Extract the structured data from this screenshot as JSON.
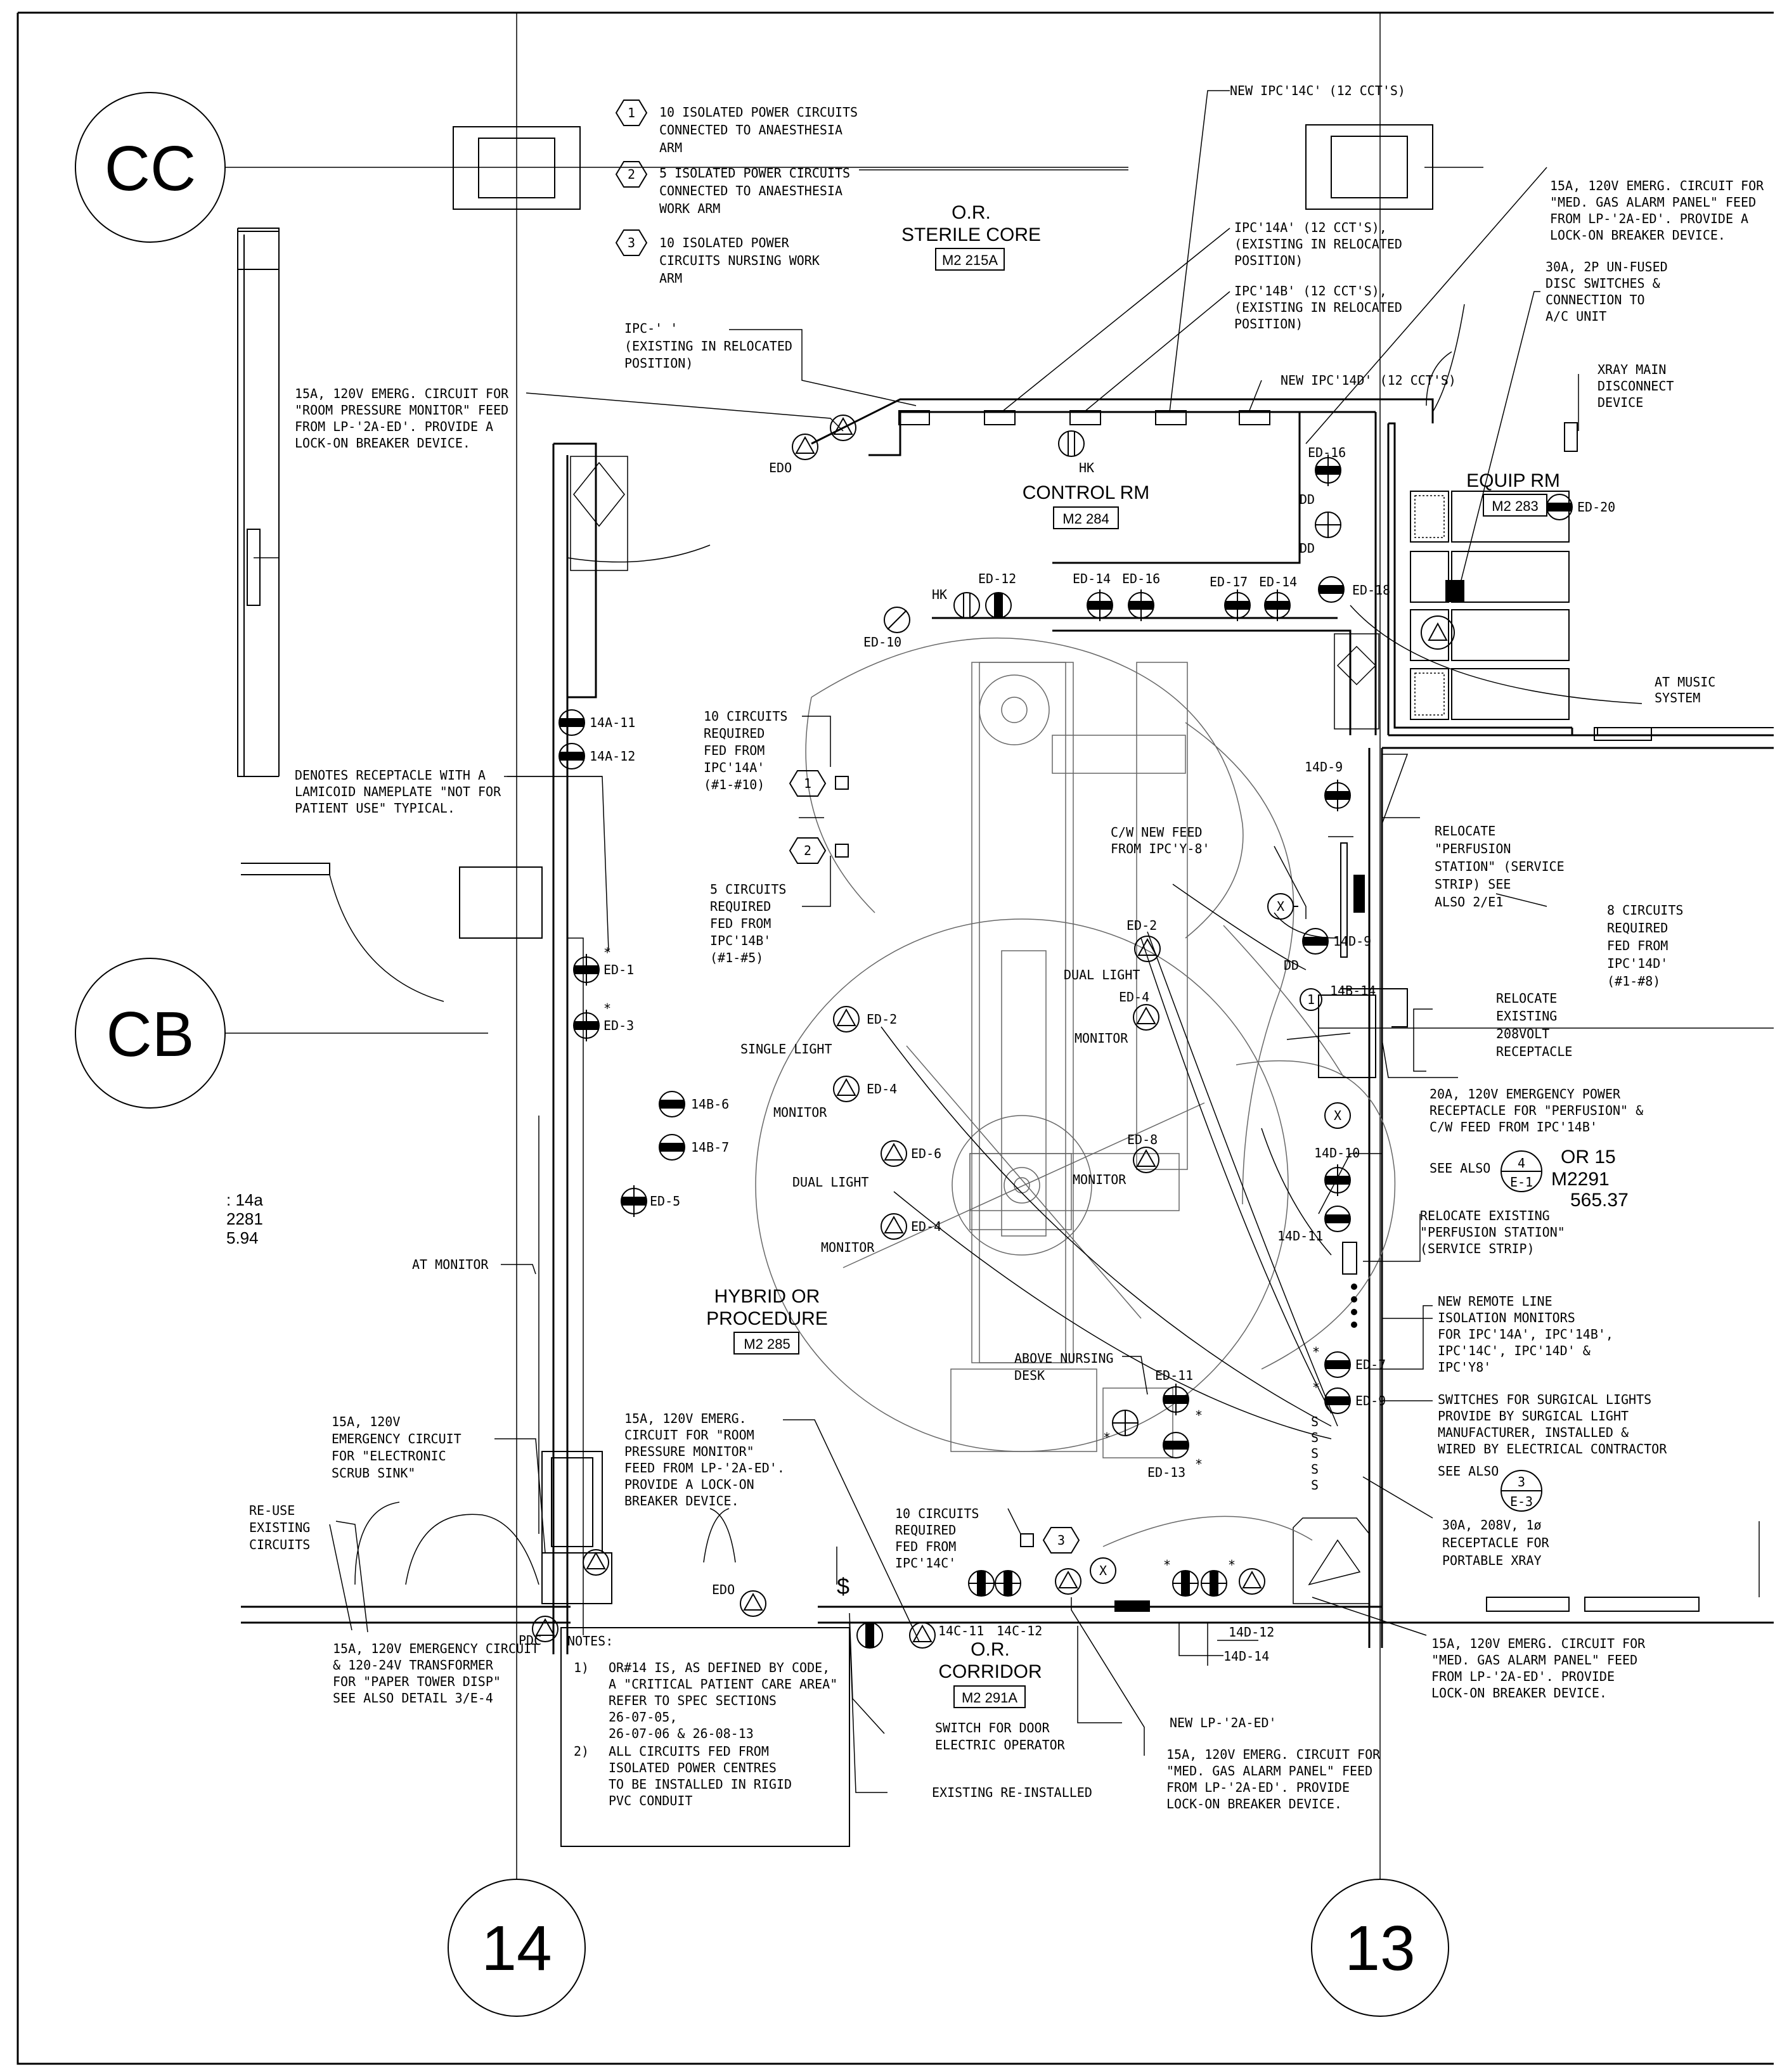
{
  "grid": {
    "cc": "CC",
    "cb": "CB",
    "c14": "14",
    "c13": "13"
  },
  "legend": [
    {
      "num": "1",
      "lines": [
        "10 ISOLATED POWER CIRCUITS",
        "CONNECTED TO ANAESTHESIA",
        "ARM"
      ]
    },
    {
      "num": "2",
      "lines": [
        "5 ISOLATED POWER CIRCUITS",
        "CONNECTED TO ANAESTHESIA",
        "WORK ARM"
      ]
    },
    {
      "num": "3",
      "lines": [
        "10 ISOLATED POWER",
        "CIRCUITS NURSING WORK",
        "ARM"
      ]
    }
  ],
  "rooms": {
    "sterile": {
      "l1": "O.R.",
      "l2": "STERILE CORE",
      "tag": "M2 215A"
    },
    "control": {
      "l1": "CONTROL RM",
      "tag": "M2 284"
    },
    "equip": {
      "l1": "EQUIP RM",
      "tag": "M2 283"
    },
    "hybrid": {
      "l1": "HYBRID OR",
      "l2": "PROCEDURE",
      "tag": "M2 285"
    },
    "corridor": {
      "l1": "O.R.",
      "l2": "CORRIDOR",
      "tag": "M2 291A"
    }
  },
  "notes": {
    "title": "NOTES:",
    "n1": "1)",
    "l1": [
      "OR#14 IS, AS DEFINED BY CODE,",
      "A \"CRITICAL PATIENT CARE AREA\"",
      "REFER TO SPEC SECTIONS",
      "26-07-05,",
      "26-07-06 & 26-08-13"
    ],
    "n2": "2)",
    "l2": [
      "ALL CIRCUITS FED FROM",
      "ISOLATED POWER CENTRES",
      "TO BE INSTALLED IN RIGID",
      "PVC CONDUIT"
    ]
  },
  "ann": {
    "newIpc14c": "NEW IPC'14C' (12 CCT'S)",
    "ipc14a": [
      "IPC'14A' (12 CCT'S),",
      "(EXISTING IN RELOCATED",
      "POSITION)"
    ],
    "ipc14b": [
      "IPC'14B' (12 CCT'S),",
      "(EXISTING IN RELOCATED",
      "POSITION)"
    ],
    "ipcTop": [
      "IPC-'      '",
      "(EXISTING IN RELOCATED",
      "POSITION)"
    ],
    "newIpc14d": "NEW IPC'14D' (12 CCT'S)",
    "medGasTop": [
      "15A, 120V EMERG. CIRCUIT FOR",
      "\"MED. GAS ALARM PANEL\" FEED",
      "FROM LP-'2A-ED'. PROVIDE A",
      "LOCK-ON BREAKER DEVICE."
    ],
    "disc": [
      "30A, 2P UN-FUSED",
      "DISC SWITCHES &",
      "CONNECTION TO",
      "A/C UNIT"
    ],
    "xray": [
      "XRAY MAIN",
      "DISCONNECT",
      "DEVICE"
    ],
    "roomPress": [
      "15A, 120V EMERG. CIRCUIT FOR",
      "\"ROOM PRESSURE MONITOR\" FEED",
      "FROM LP-'2A-ED'. PROVIDE A",
      "LOCK-ON BREAKER DEVICE."
    ],
    "music": [
      "AT MUSIC",
      "SYSTEM"
    ],
    "lamicoid": [
      "DENOTES RECEPTACLE WITH A",
      "LAMICOID NAMEPLATE \"NOT FOR",
      "PATIENT USE\" TYPICAL."
    ],
    "circ10a": [
      "10 CIRCUITS",
      "REQUIRED",
      "FED FROM",
      "IPC'14A'",
      "(#1-#10)"
    ],
    "circ5b": [
      "5 CIRCUITS",
      "REQUIRED",
      "FED FROM",
      "IPC'14B'",
      "(#1-#5)"
    ],
    "cwNew": [
      "C/W NEW FEED",
      "FROM IPC'Y-8'"
    ],
    "perfusion": [
      "RELOCATE",
      "\"PERFUSION",
      "STATION\" (SERVICE",
      "STRIP) SEE",
      "ALSO 2/E1"
    ],
    "circ8d": [
      "8 CIRCUITS",
      "REQUIRED",
      "FED FROM",
      "IPC'14D'",
      "(#1-#8)"
    ],
    "reloc208": [
      "RELOCATE",
      "EXISTING",
      "208VOLT",
      "RECEPTACLE"
    ],
    "amp20": [
      "20A, 120V EMERGENCY POWER",
      "RECEPTACLE FOR \"PERFUSION\" &",
      "C/W FEED FROM IPC'14B'"
    ],
    "seeAlso": "SEE ALSO",
    "ref4": "4",
    "refE1": "E-1",
    "or15": [
      "OR 15",
      "M2291",
      "565.37"
    ],
    "relocPerf": [
      "RELOCATE EXISTING",
      "\"PERFUSION STATION\"",
      "(SERVICE STRIP)"
    ],
    "remoteLine": [
      "NEW REMOTE LINE",
      "ISOLATION MONITORS",
      "FOR IPC'14A', IPC'14B',",
      "IPC'14C', IPC'14D' &",
      "IPC'Y8'"
    ],
    "switches": [
      "SWITCHES FOR SURGICAL LIGHTS",
      "PROVIDE BY SURGICAL LIGHT",
      "MANUFACTURER, INSTALLED &",
      "WIRED BY ELECTRICAL CONTRACTOR",
      "SEE ALSO"
    ],
    "ref3": "3",
    "refE3": "E-3",
    "xrayRec": [
      "30A, 208V, 1ø",
      "RECEPTACLE FOR",
      "PORTABLE XRAY"
    ],
    "medGasR": [
      "15A, 120V EMERG. CIRCUIT FOR",
      "\"MED. GAS ALARM PANEL\" FEED",
      "FROM LP-'2A-ED'. PROVIDE",
      "LOCK-ON BREAKER DEVICE."
    ],
    "medGasB": [
      "15A, 120V EMERG. CIRCUIT FOR",
      "\"MED. GAS ALARM PANEL\" FEED",
      "FROM LP-'2A-ED'. PROVIDE",
      "LOCK-ON BREAKER DEVICE."
    ],
    "newLp": "NEW LP-'2A-ED'",
    "existRe": "EXISTING RE-INSTALLED",
    "doorSw": [
      "SWITCH FOR DOOR",
      "ELECTRIC OPERATOR"
    ],
    "circ10c": [
      "10 CIRCUITS",
      "REQUIRED",
      "FED FROM",
      "IPC'14C'"
    ],
    "roomPress2": [
      "15A, 120V EMERG.",
      "CIRCUIT FOR \"ROOM",
      "PRESSURE MONITOR\"",
      "FEED FROM LP-'2A-ED'.",
      "PROVIDE A LOCK-ON",
      "BREAKER DEVICE."
    ],
    "scrub": [
      "15A, 120V",
      "EMERGENCY CIRCUIT",
      "FOR \"ELECTRONIC",
      "SCRUB SINK\""
    ],
    "reuse": [
      "RE-USE",
      "EXISTING",
      "CIRCUITS"
    ],
    "paper": [
      "15A, 120V EMERGENCY CIRCUIT",
      "& 120-24V TRANSFORMER",
      "FOR \"PAPER TOWER DISP\"",
      "SEE ALSO DETAIL 3/E-4"
    ],
    "atMonitor": "AT MONITOR",
    "aboveNurse": [
      "ABOVE NURSING",
      "DESK"
    ],
    "leftRef": [
      ": 14a",
      "2281",
      "5.94"
    ]
  },
  "labels": {
    "edo": "EDO",
    "hk": "HK",
    "dd": "DD",
    "ed1": "ED-1",
    "ed2": "ED-2",
    "ed3": "ED-3",
    "ed4": "ED-4",
    "ed5": "ED-5",
    "ed6": "ED-6",
    "ed7": "ED-7",
    "ed8": "ED-8",
    "ed9": "ED-9",
    "ed10": "ED-10",
    "ed11": "ED-11",
    "ed12": "ED-12",
    "ed13": "ED-13",
    "ed14": "ED-14",
    "ed16": "ED-16",
    "ed17": "ED-17",
    "ed18": "ED-18",
    "ed20": "ED-20",
    "a11": "14A-11",
    "a12": "14A-12",
    "b6": "14B-6",
    "b7": "14B-7",
    "b14": "14B-14",
    "d9": "14D-9",
    "d10": "14D-10",
    "d11": "14D-11",
    "d12": "14D-12",
    "d14": "14D-14",
    "c11": "14C-11",
    "c12": "14C-12",
    "single": "SINGLE LIGHT",
    "dual": "DUAL LIGHT",
    "monitor": "MONITOR",
    "x": "X",
    "one": "1",
    "two": "2",
    "three": "3",
    "star": "*",
    "sss": "S",
    "dollar": "$",
    "pdc": "PDC"
  }
}
